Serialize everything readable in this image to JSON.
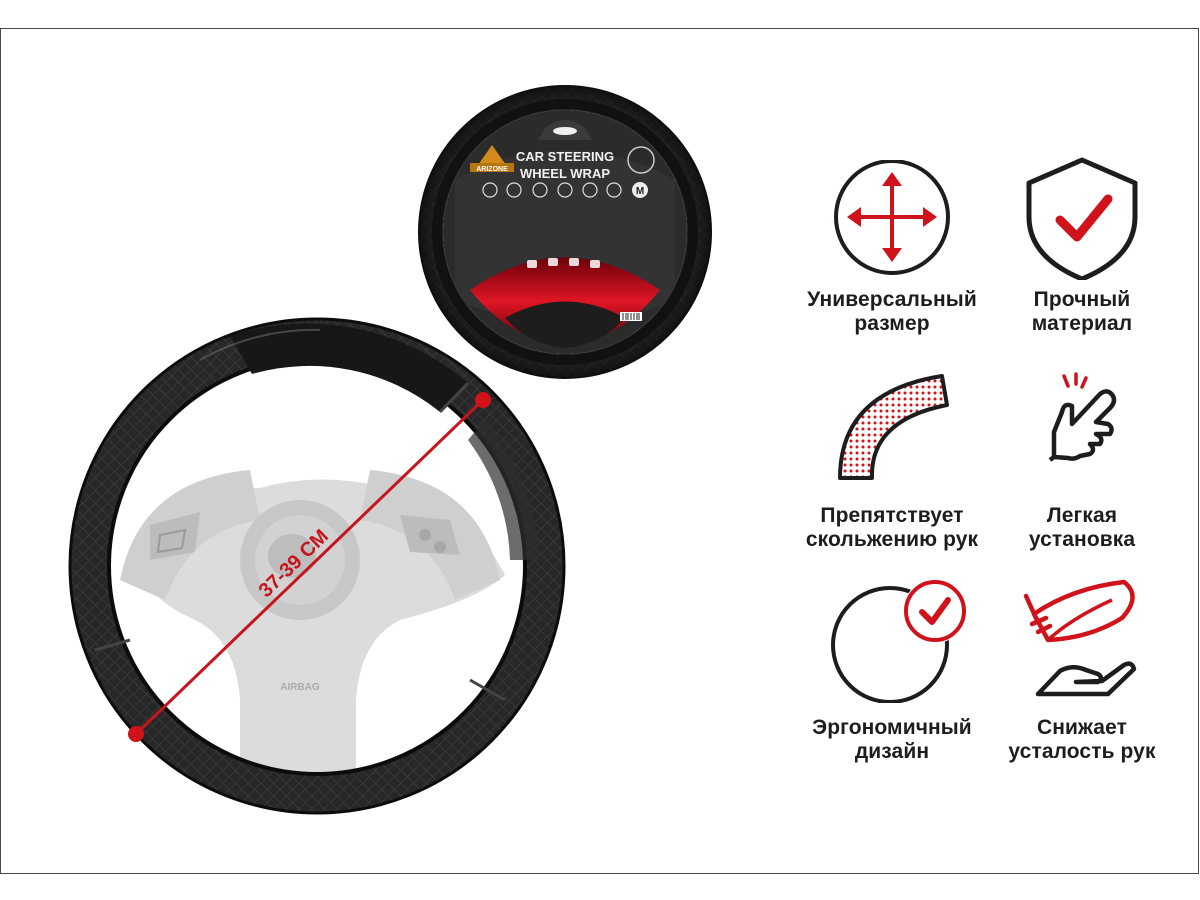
{
  "colors": {
    "accent": "#d0121b",
    "ink": "#1d1d1d",
    "frame": "#4a4a4a"
  },
  "product": {
    "package_title_line1": "CAR STEERING",
    "package_title_line2": "WHEEL WRAP",
    "brand": "ARIZONE",
    "size_badge": "M",
    "diameter_label": "37-39 СМ"
  },
  "features": [
    {
      "icon": "arrows-cross-icon",
      "line1": "Универсальный",
      "line2": "размер"
    },
    {
      "icon": "shield-check-icon",
      "line1": "Прочный",
      "line2": "материал"
    },
    {
      "icon": "dotted-grip-arc-icon",
      "line1": "Препятствует",
      "line2": "скольжению рук"
    },
    {
      "icon": "finger-tap-icon",
      "line1": "Легкая",
      "line2": "установка"
    },
    {
      "icon": "circle-check-icon",
      "line1": "Эргономичный",
      "line2": "дизайн"
    },
    {
      "icon": "feather-hand-icon",
      "line1": "Снижает",
      "line2": "усталость рук"
    }
  ]
}
